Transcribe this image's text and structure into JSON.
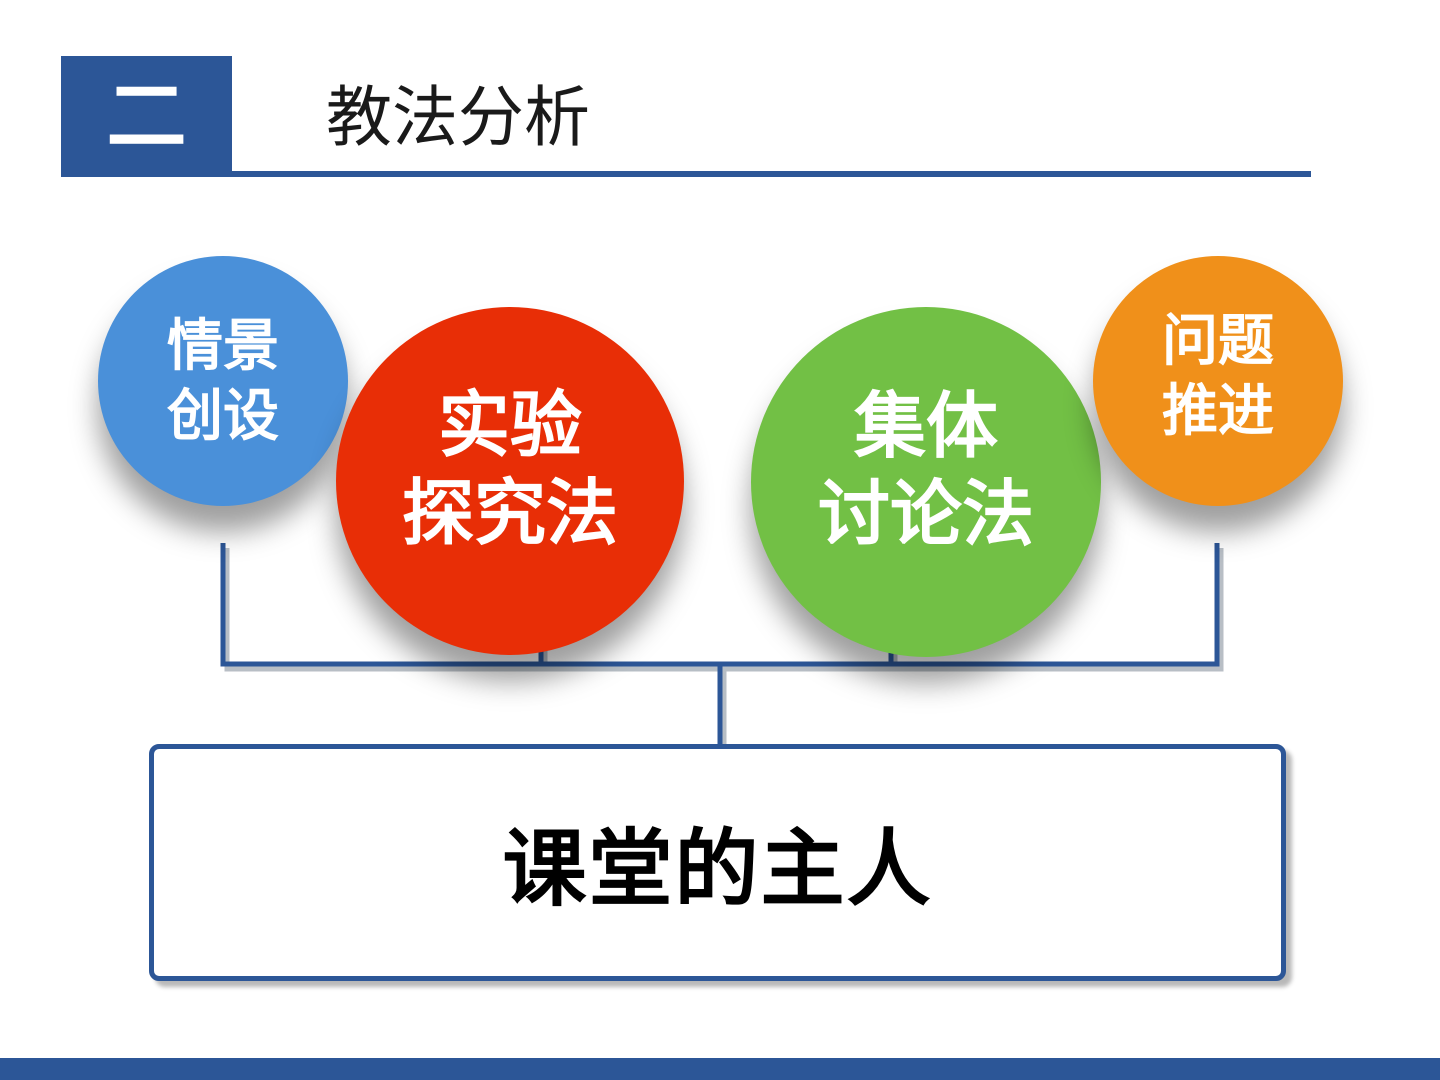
{
  "header": {
    "section_number": "二",
    "title": "教法分析"
  },
  "methods": [
    {
      "line1": "情景",
      "line2": "创设",
      "color": "#4a90d9"
    },
    {
      "line1": "实验",
      "line2": "探究法",
      "color": "#e82e06"
    },
    {
      "line1": "集体",
      "line2": "讨论法",
      "color": "#72c045"
    },
    {
      "line1": "问题",
      "line2": "推进",
      "color": "#f0901a"
    }
  ],
  "result": {
    "label": "课堂的主人"
  },
  "colors": {
    "primary": "#2c5697"
  }
}
